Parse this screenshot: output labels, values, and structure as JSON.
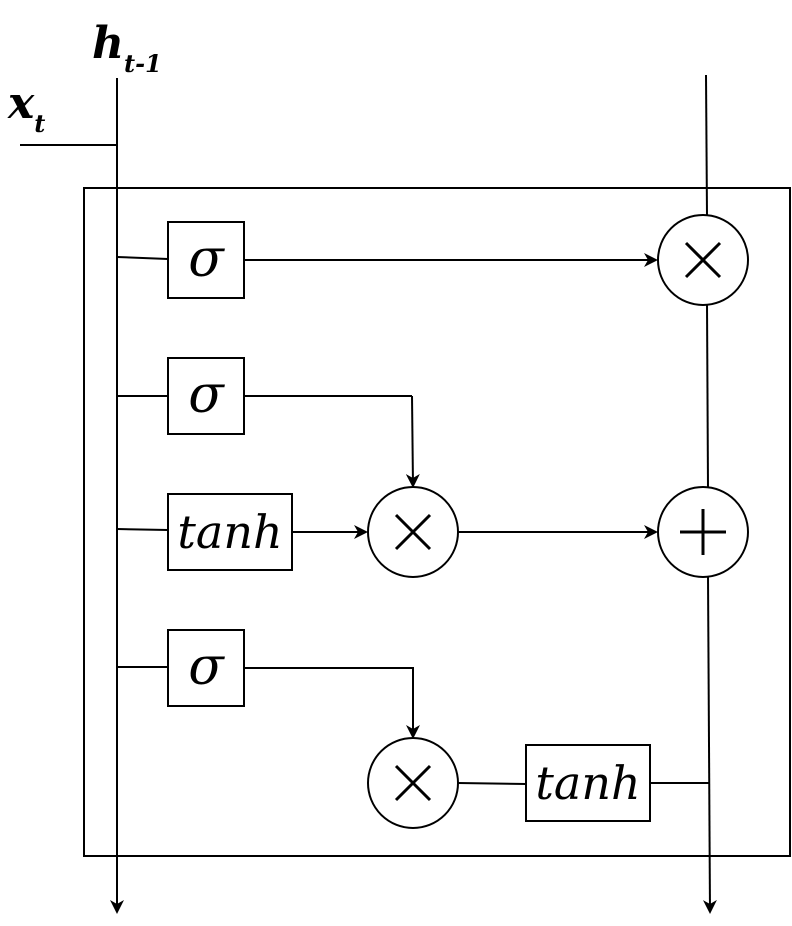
{
  "inputs": {
    "hidden_prev": {
      "base": "h",
      "sub": "t-1"
    },
    "input_x": {
      "base": "x",
      "sub": "t"
    }
  },
  "gates": {
    "forget": "σ",
    "input": "σ",
    "candidate": "tanh",
    "output": "σ",
    "cell_output": "tanh"
  },
  "operators": {
    "multiply": "×",
    "add": "+"
  }
}
